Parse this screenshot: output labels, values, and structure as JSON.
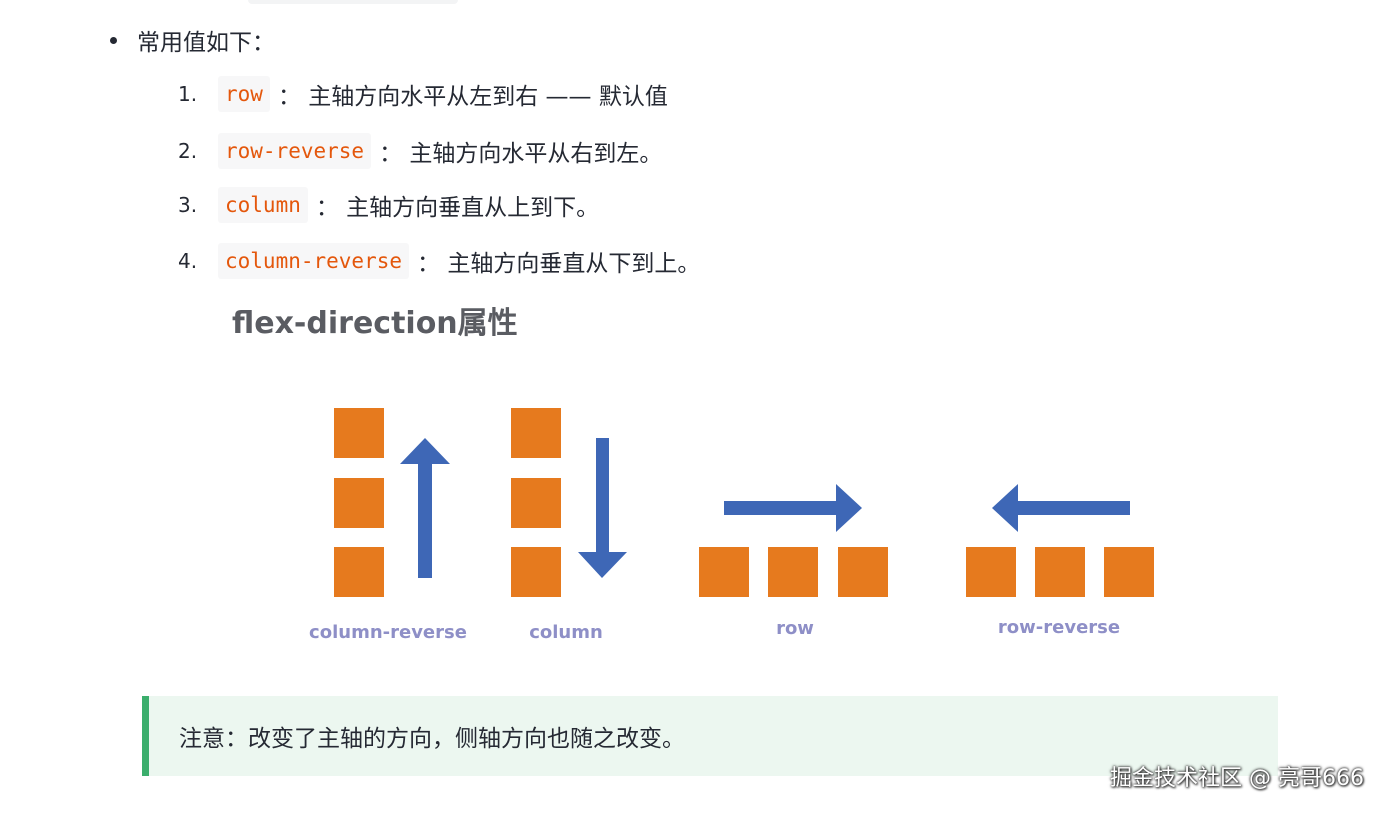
{
  "intro": {
    "text": "常用值如下："
  },
  "items": [
    {
      "num": "1.",
      "code": "row",
      "desc": "：  主轴方向水平从左到右 —— 默认值"
    },
    {
      "num": "2.",
      "code": "row-reverse",
      "desc": "  ：  主轴方向水平从右到左。"
    },
    {
      "num": "3.",
      "code": "column",
      "desc": "：  主轴方向垂直从上到下。"
    },
    {
      "num": "4.",
      "code": "column-reverse",
      "desc": "：  主轴方向垂直从下到上。"
    }
  ],
  "figure": {
    "title": "flex-direction属性",
    "labels": {
      "column_reverse": "column-reverse",
      "column": "column",
      "row": "row",
      "row_reverse": "row-reverse"
    },
    "colors": {
      "box": "#e67a1e",
      "arrow": "#3e67b6",
      "label": "#8e8fc7"
    }
  },
  "note": {
    "text": "注意：改变了主轴的方向，侧轴方向也随之改变。"
  },
  "watermark": {
    "text": "掘金技术社区 @ 亮哥666"
  }
}
